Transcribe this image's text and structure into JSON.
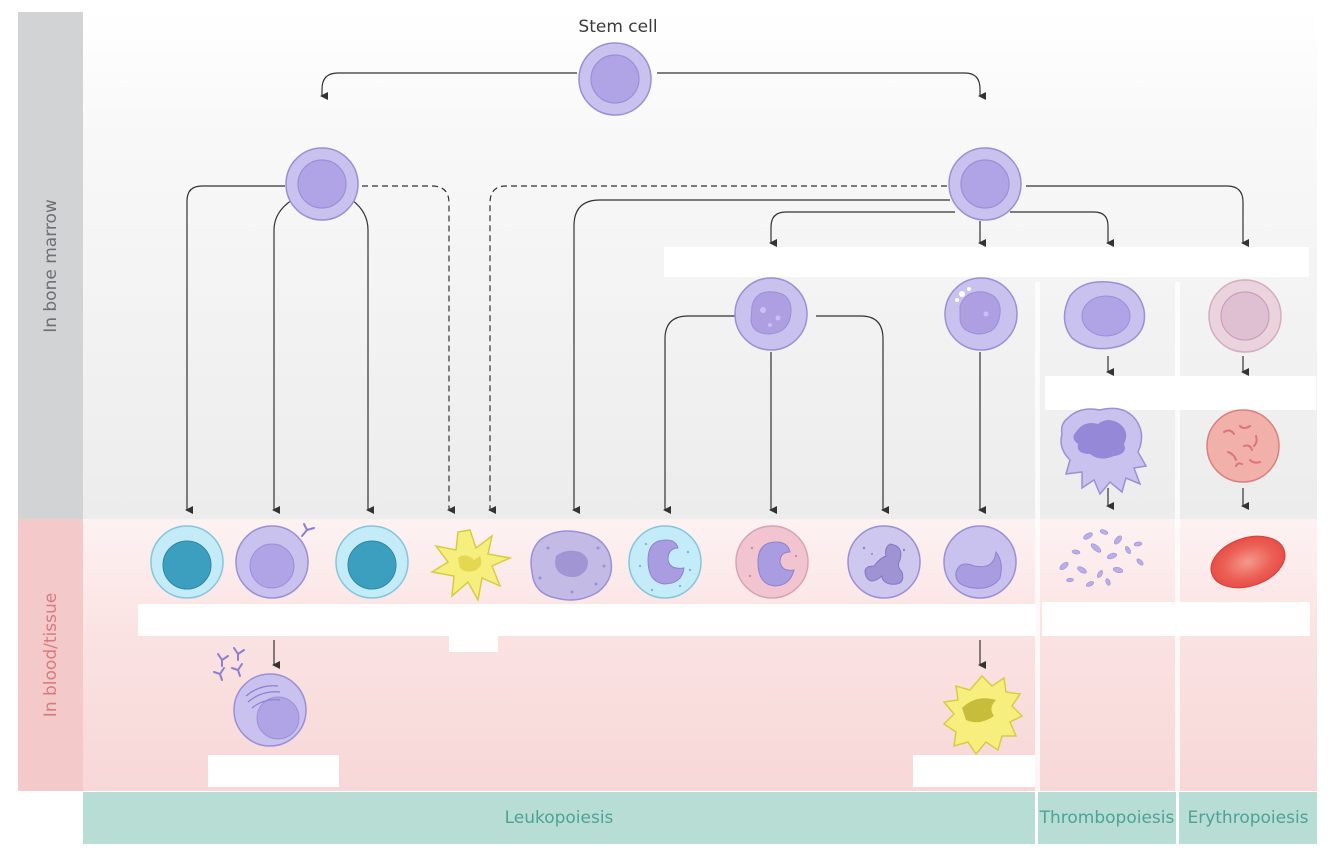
{
  "title": "Stem cell",
  "side_labels": {
    "bone_marrow": "In bone marrow",
    "blood_tissue": "In blood/tissue"
  },
  "footer": {
    "leukopoiesis": "Leukopoiesis",
    "thrombopoiesis": "Thrombopoiesis",
    "erythropoiesis": "Erythropoiesis"
  },
  "colors": {
    "bone_marrow_band": "#d2d3d5",
    "blood_band": "#f3c9c9",
    "footer_band": "#b7ddd4",
    "footer_text": "#4fa394",
    "cell_lavender": "#b8b0e6",
    "cell_cyan": "#bfeaf5",
    "nucleus_teal": "#3c9fbf",
    "cell_yellow": "#f6ef7e",
    "cell_pink": "#f2c4d0",
    "erythrocyte_red": "#ea5454"
  }
}
